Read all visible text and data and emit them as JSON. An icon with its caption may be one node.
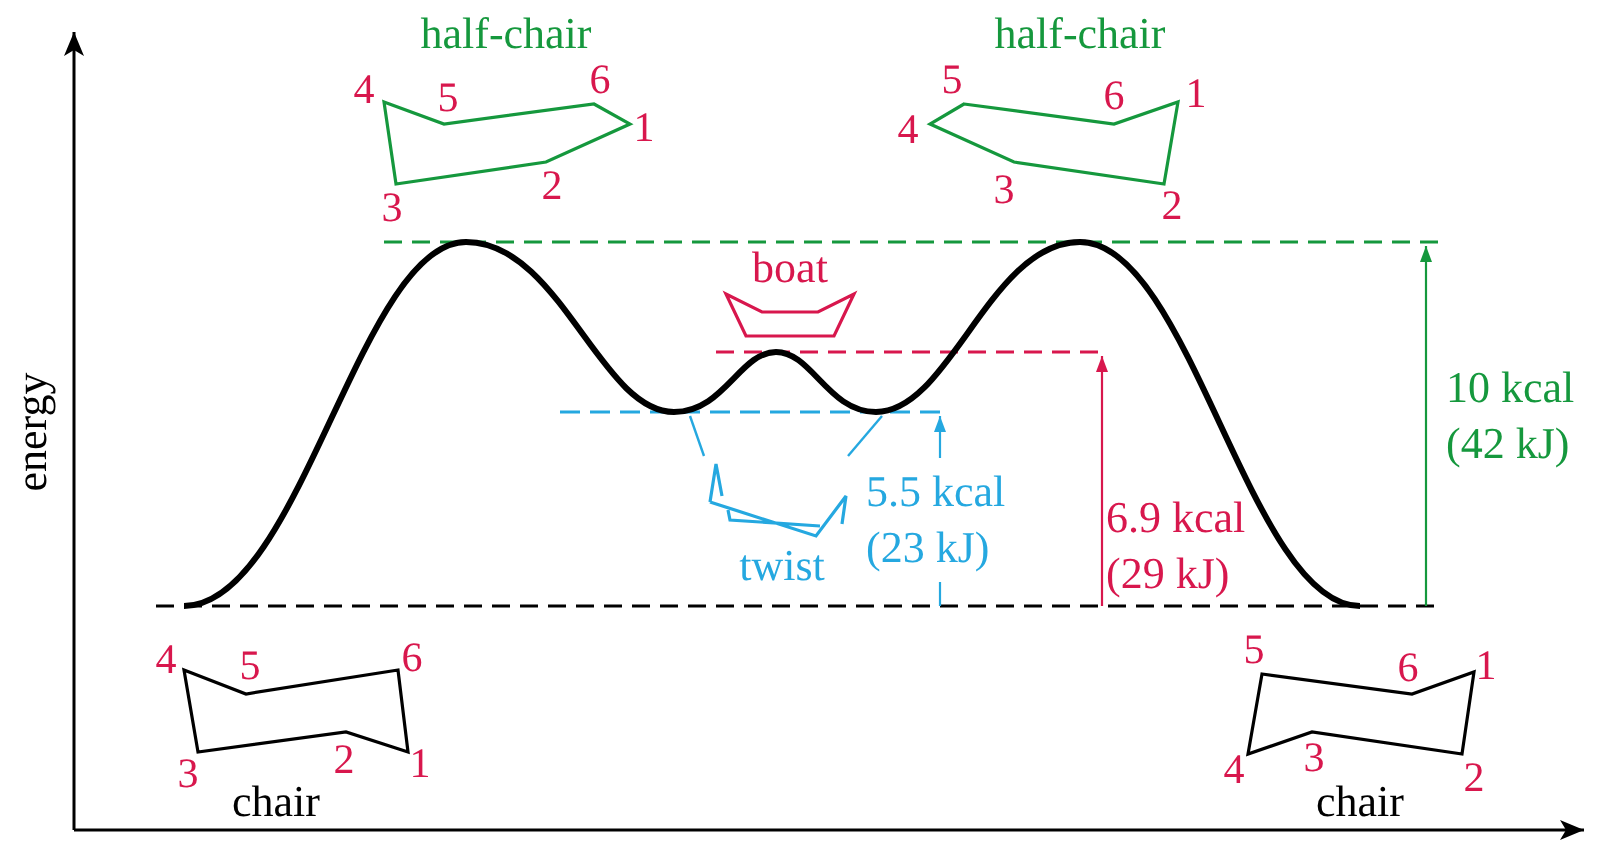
{
  "diagram": {
    "nodes": [
      {
        "text": [
          "half-chair"
        ],
        "beside": [
          "4",
          "5",
          "6",
          "1",
          "3",
          "2"
        ]
      },
      {
        "text": [
          "half-chair"
        ],
        "beside": [
          "5",
          "6",
          "1",
          "4",
          "3",
          "2"
        ]
      },
      {
        "text": [
          "boat"
        ]
      },
      {
        "text": [
          "twist"
        ]
      },
      {
        "text": [
          "chair"
        ],
        "beside": [
          "4",
          "5",
          "6",
          "3",
          "2",
          "1"
        ]
      },
      {
        "text": [
          "chair"
        ],
        "beside": [
          "5",
          "6",
          "1",
          "4",
          "3",
          "2"
        ]
      }
    ],
    "edges": [
      {
        "from": 3,
        "to": null,
        "arrow": "none"
      },
      {
        "from": 3,
        "to": null,
        "arrow": "none"
      }
    ],
    "labels": [
      "energy",
      "10 kcal (42 kJ)",
      "5.5 kcal (23 kJ)",
      "6.9 kcal (29 kJ)"
    ]
  }
}
